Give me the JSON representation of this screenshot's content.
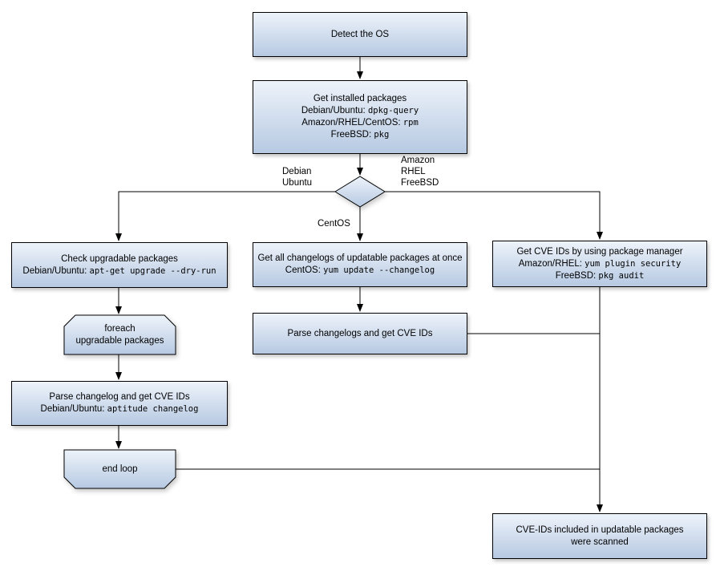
{
  "diagram": {
    "colors": {
      "node_fill_top": "#eef3fa",
      "node_fill_bottom": "#b6c9e2",
      "node_border": "#000000",
      "connector": "#000000",
      "background": "#ffffff"
    },
    "nodes": {
      "detect_os": {
        "line1": "Detect the OS"
      },
      "get_installed": {
        "line1": "Get installed packages",
        "line2_label": "Debian/Ubuntu: ",
        "line2_code": "dpkg-query",
        "line3_label": "Amazon/RHEL/CentOS: ",
        "line3_code": "rpm",
        "line4_label": "FreeBSD: ",
        "line4_code": "pkg"
      },
      "check_upgradable": {
        "line1": "Check upgradable packages",
        "line2_label": "Debian/Ubuntu: ",
        "line2_code": "apt-get upgrade --dry-run"
      },
      "get_changelogs": {
        "line1": "Get all changelogs of updatable packages at once",
        "line2_label": "CentOS: ",
        "line2_code": "yum update --changelog"
      },
      "get_cve_ids": {
        "line1": "Get CVE IDs by using package manager",
        "line2_label": "Amazon/RHEL: ",
        "line2_code": "yum plugin security",
        "line3_label": "FreeBSD: ",
        "line3_code": "pkg audit"
      },
      "foreach_loop": {
        "line1": "foreach",
        "line2": "upgradable packages"
      },
      "parse_changelogs": {
        "line1": "Parse changelogs and get CVE IDs"
      },
      "parse_changelog": {
        "line1": "Parse changelog and get CVE IDs",
        "line2_label": "Debian/Ubuntu: ",
        "line2_code": "aptitude changelog"
      },
      "end_loop": {
        "line1": "end loop"
      },
      "result": {
        "line1": "CVE-IDs included in updatable packages",
        "line2": "were scanned"
      }
    },
    "edge_labels": {
      "debian": "Debian",
      "ubuntu": "Ubuntu",
      "amazon": "Amazon",
      "rhel": "RHEL",
      "freebsd": "FreeBSD",
      "centos": "CentOS"
    }
  }
}
